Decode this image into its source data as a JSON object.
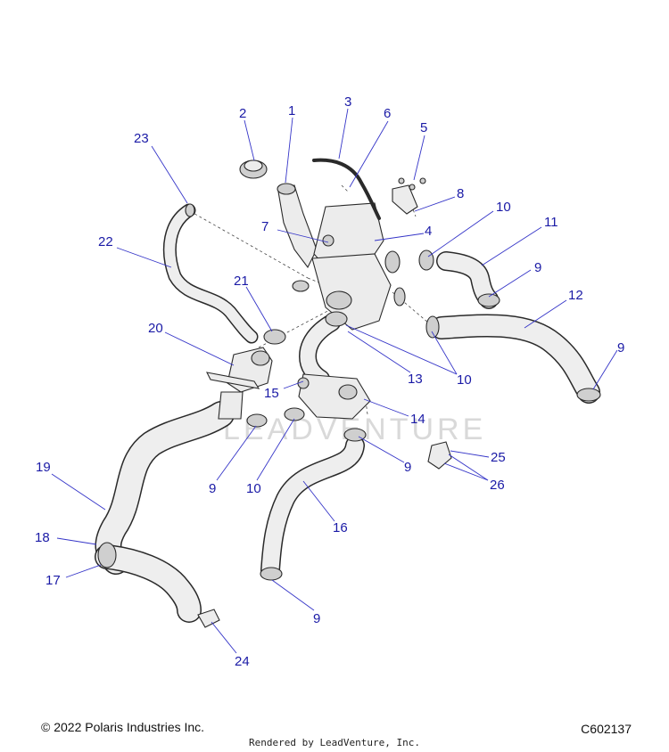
{
  "footer": {
    "copyright": "© 2022 Polaris Industries Inc.",
    "diagram_code": "C602137",
    "rendered_by": "Rendered by LeadVenture, Inc."
  },
  "watermark": "LEADVENTURE",
  "callouts": {
    "c1": "1",
    "c2": "2",
    "c3": "3",
    "c4": "4",
    "c5": "5",
    "c6": "6",
    "c7": "7",
    "c8": "8",
    "c9a": "9",
    "c9b": "9",
    "c9c": "9",
    "c9d": "9",
    "c9e": "9",
    "c10a": "10",
    "c10b": "10",
    "c10c": "10",
    "c11": "11",
    "c12": "12",
    "c13": "13",
    "c14": "14",
    "c15": "15",
    "c16": "16",
    "c17": "17",
    "c18": "18",
    "c19": "19",
    "c20": "20",
    "c21": "21",
    "c22": "22",
    "c23": "23",
    "c24": "24",
    "c25": "25",
    "c26": "26"
  },
  "colors": {
    "callout": "#1a1aa6",
    "leader": "#3535c8"
  }
}
